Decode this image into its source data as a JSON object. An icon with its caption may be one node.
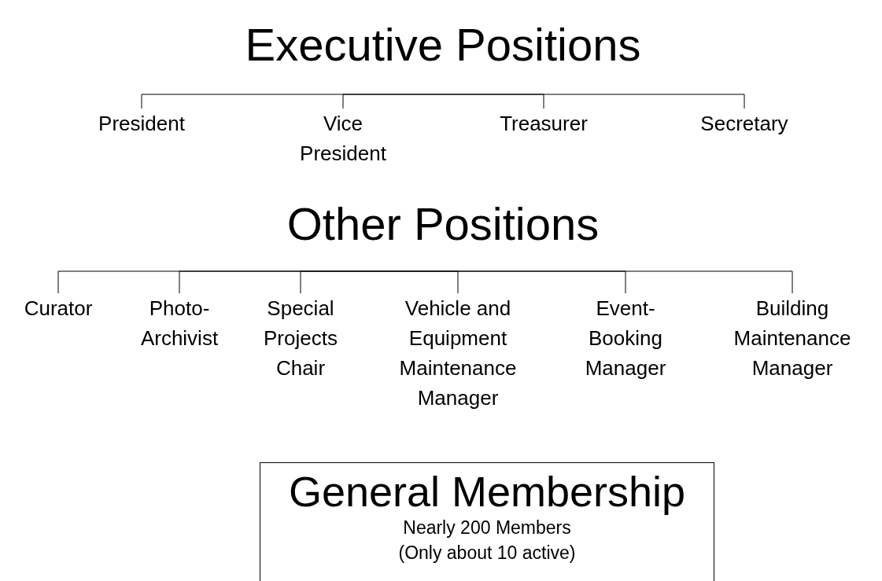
{
  "diagram": {
    "nodes": [
      {
        "text": [
          "Executive Positions"
        ]
      },
      {
        "text": [
          "President"
        ]
      },
      {
        "text": [
          "Vice President"
        ]
      },
      {
        "text": [
          "Treasurer"
        ]
      },
      {
        "text": [
          "Secretary"
        ]
      },
      {
        "text": [
          "Other Positions"
        ]
      },
      {
        "text": [
          "Curator"
        ]
      },
      {
        "text": [
          "Photo-Archivist"
        ]
      },
      {
        "text": [
          "Special Projects Chair"
        ]
      },
      {
        "text": [
          "Vehicle and Equipment Maintenance Manager"
        ]
      },
      {
        "text": [
          "Event-Booking Manager"
        ]
      },
      {
        "text": [
          "Building Maintenance Manager"
        ]
      },
      {
        "text": [
          "General Membership",
          "Nearly 200 Members",
          "(Only about 10 active)"
        ]
      }
    ],
    "edges": [
      {
        "from": 0,
        "to": 1,
        "arrow": "none"
      },
      {
        "from": 0,
        "to": 2,
        "arrow": "none"
      },
      {
        "from": 0,
        "to": 3,
        "arrow": "none"
      },
      {
        "from": 0,
        "to": 4,
        "arrow": "none"
      },
      {
        "from": 5,
        "to": 6,
        "arrow": "none"
      },
      {
        "from": 5,
        "to": 7,
        "arrow": "none"
      },
      {
        "from": 5,
        "to": 8,
        "arrow": "none"
      },
      {
        "from": 5,
        "to": 9,
        "arrow": "none"
      },
      {
        "from": 5,
        "to": 10,
        "arrow": "none"
      },
      {
        "from": 5,
        "to": 11,
        "arrow": "none"
      }
    ]
  }
}
